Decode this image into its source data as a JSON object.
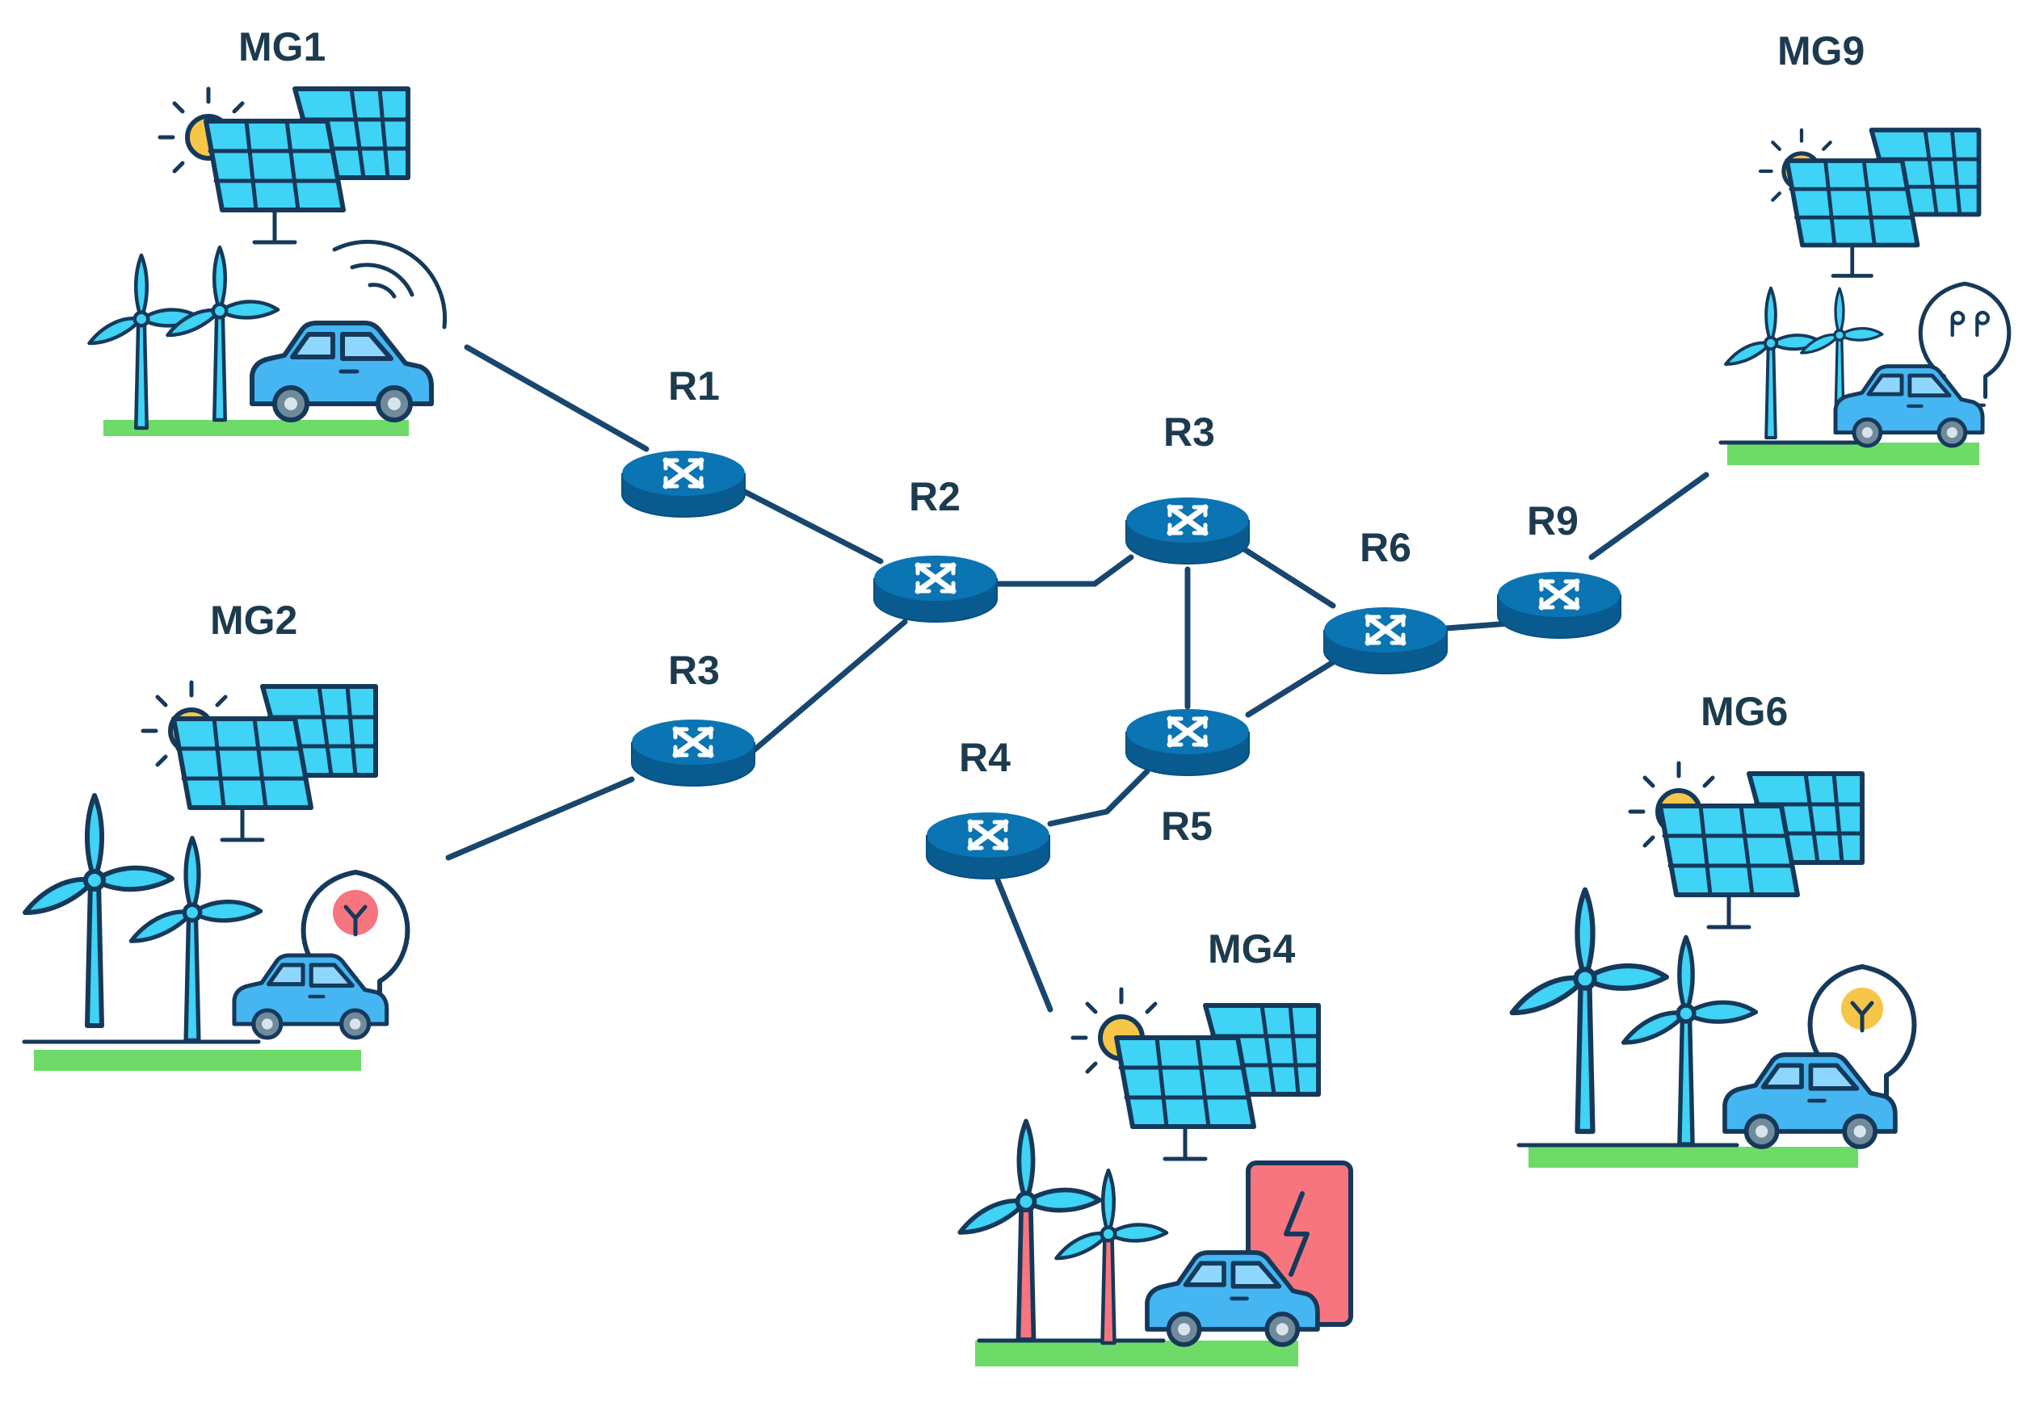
{
  "routers": [
    {
      "id": "R1",
      "label": "R1"
    },
    {
      "id": "R2",
      "label": "R2"
    },
    {
      "id": "R3a",
      "label": "R3"
    },
    {
      "id": "R3b",
      "label": "R3"
    },
    {
      "id": "R4",
      "label": "R4"
    },
    {
      "id": "R5",
      "label": "R5"
    },
    {
      "id": "R6",
      "label": "R6"
    },
    {
      "id": "R9",
      "label": "R9"
    }
  ],
  "microgrids": [
    {
      "id": "MG1",
      "label": "MG1",
      "icons": [
        "sun-icon",
        "solar-panel-icon",
        "wind-turbine-icon",
        "electric-car-icon",
        "wireless-signal-icon"
      ]
    },
    {
      "id": "MG2",
      "label": "MG2",
      "icons": [
        "sun-icon",
        "solar-panel-icon",
        "wind-turbine-icon",
        "electric-car-icon",
        "bulb-icon"
      ]
    },
    {
      "id": "MG4",
      "label": "MG4",
      "icons": [
        "sun-icon",
        "solar-panel-icon",
        "wind-turbine-icon",
        "electric-car-icon",
        "charging-station-icon"
      ]
    },
    {
      "id": "MG6",
      "label": "MG6",
      "icons": [
        "sun-icon",
        "solar-panel-icon",
        "wind-turbine-icon",
        "electric-car-icon",
        "bulb-icon"
      ]
    },
    {
      "id": "MG9",
      "label": "MG9",
      "icons": [
        "sun-icon",
        "solar-panel-icon",
        "wind-turbine-icon",
        "electric-car-icon",
        "bulb-icon"
      ]
    }
  ],
  "links": [
    [
      "MG1",
      "R1"
    ],
    [
      "R1",
      "R2"
    ],
    [
      "MG2",
      "R3a"
    ],
    [
      "R3a",
      "R2"
    ],
    [
      "R2",
      "R3b"
    ],
    [
      "R3b",
      "R5"
    ],
    [
      "R3b",
      "R6"
    ],
    [
      "R5",
      "R6"
    ],
    [
      "R5",
      "R4"
    ],
    [
      "R4",
      "MG4"
    ],
    [
      "R6",
      "R9"
    ],
    [
      "R9",
      "MG9"
    ]
  ],
  "colors": {
    "router": "#0a6fad",
    "router_dark": "#085a8f",
    "link": "#18466e",
    "panel": "#3fd3f5",
    "car": "#45b6f2",
    "sun": "#f7c648",
    "ground": "#6edb68",
    "red": "#f7757f",
    "label": "#1d3b4f"
  }
}
